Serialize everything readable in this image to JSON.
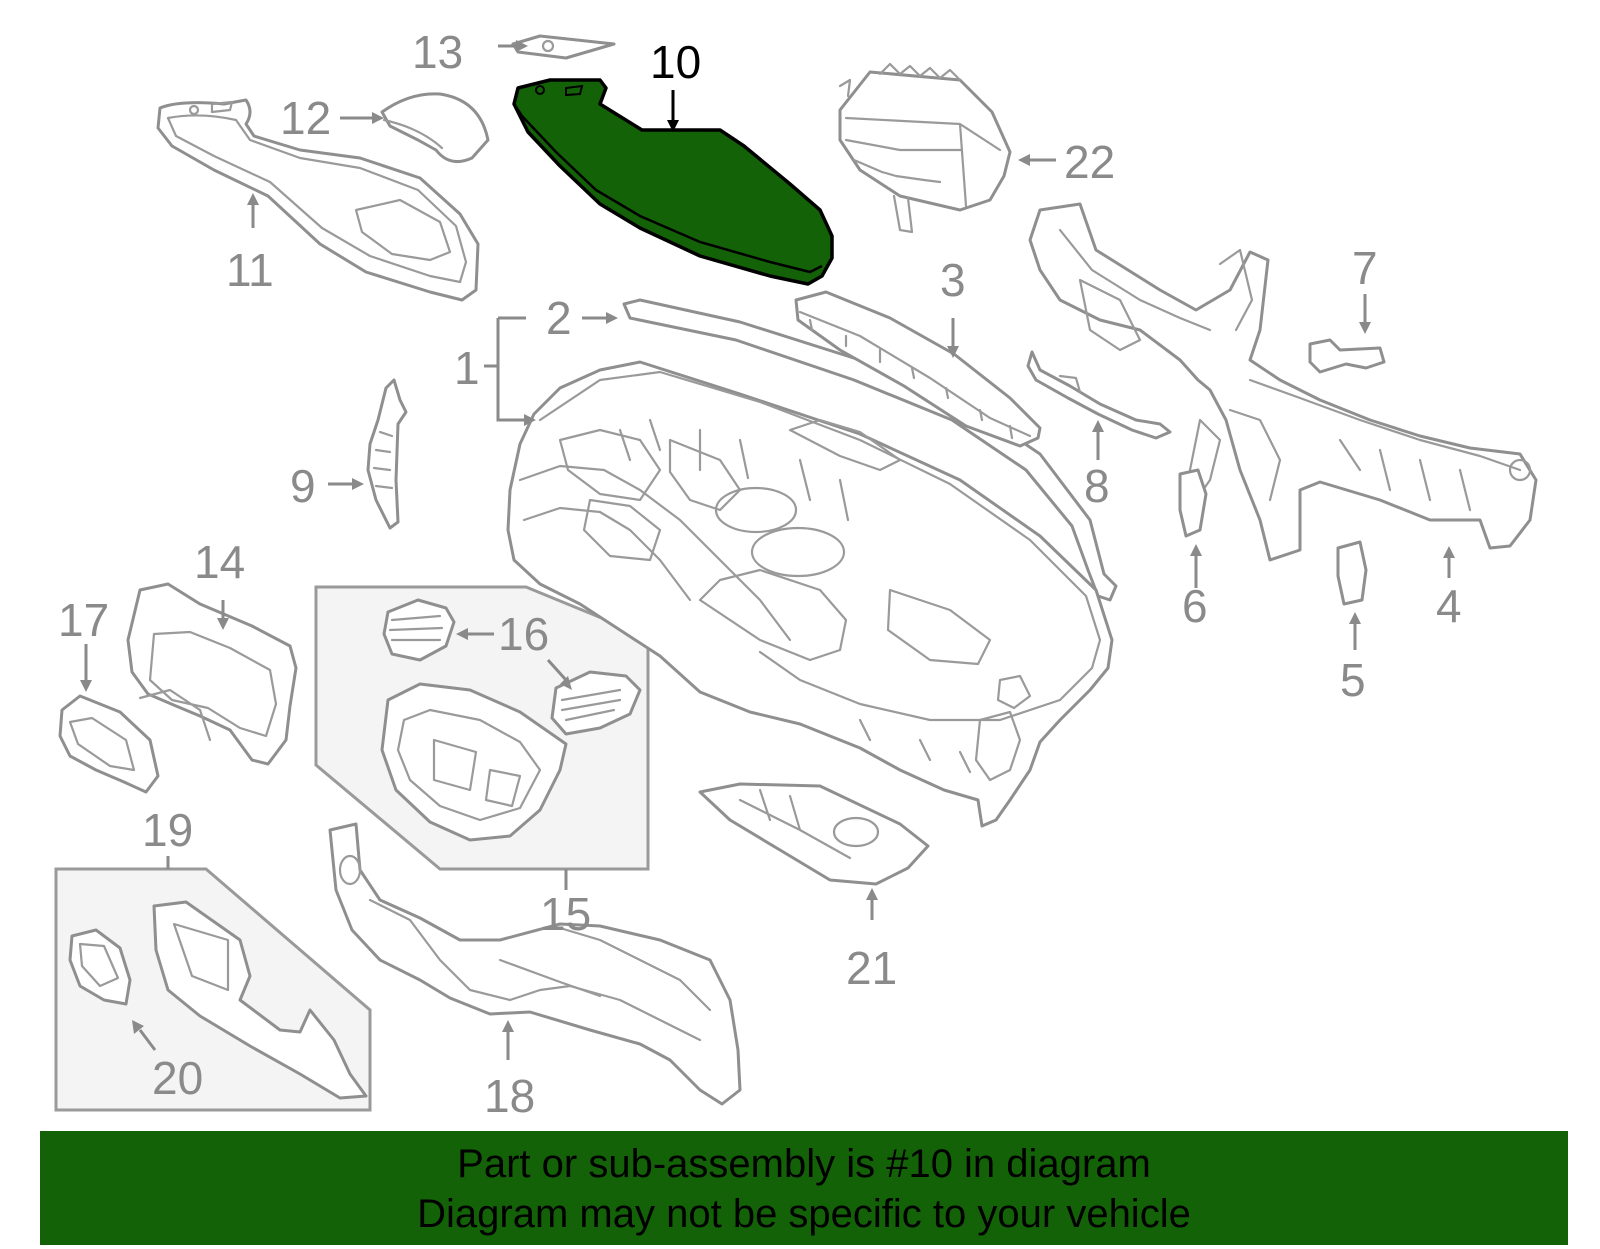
{
  "diagram": {
    "highlight_color": "#136207",
    "highlighted_part": "10",
    "callouts": {
      "c1": "1",
      "c2": "2",
      "c3": "3",
      "c4": "4",
      "c5": "5",
      "c6": "6",
      "c7": "7",
      "c8": "8",
      "c9": "9",
      "c10": "10",
      "c11": "11",
      "c12": "12",
      "c13": "13",
      "c14": "14",
      "c15": "15",
      "c16": "16",
      "c17": "17",
      "c18": "18",
      "c19": "19",
      "c20": "20",
      "c21": "21",
      "c22": "22"
    }
  },
  "banner": {
    "line1": "Part or sub-assembly is #10 in diagram",
    "line2": "Diagram may not be specific to your vehicle",
    "background": "#136207"
  }
}
